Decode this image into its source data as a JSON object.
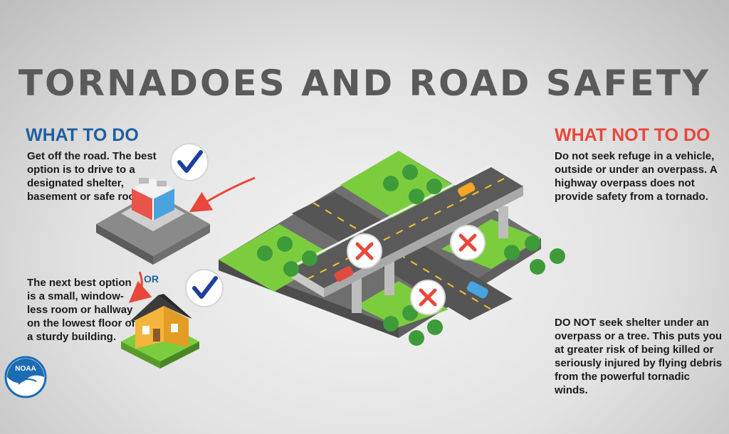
{
  "title": "TORNADOES AND ROAD SAFETY",
  "what_to_do": {
    "heading": "WHAT TO DO",
    "option1": "Get off the road. The best option is to drive to a designated shelter, basement or safe room.",
    "or_label": "OR",
    "option2": "The next best option is a small, window-less room or hallway on the lowest floor of a sturdy building."
  },
  "what_not_to_do": {
    "heading": "WHAT NOT TO DO",
    "text1": "Do not seek refuge in a vehicle, outside or under an overpass. A highway overpass does not provide safety from a tornado.",
    "text2": "DO NOT seek shelter under an overpass or a tree. This puts you at greater risk of being killed or seriously injured by flying debris from the powerful tornadic winds."
  },
  "logo": {
    "text": "NOAA"
  },
  "colors": {
    "do_blue": "#1f5f9e",
    "not_red": "#e8473a",
    "grass": "#7ccd3e",
    "road": "#555555",
    "check": "#1f3f9f"
  },
  "icons": [
    "check-icon",
    "x-icon",
    "arrow-icon",
    "noaa-logo"
  ]
}
